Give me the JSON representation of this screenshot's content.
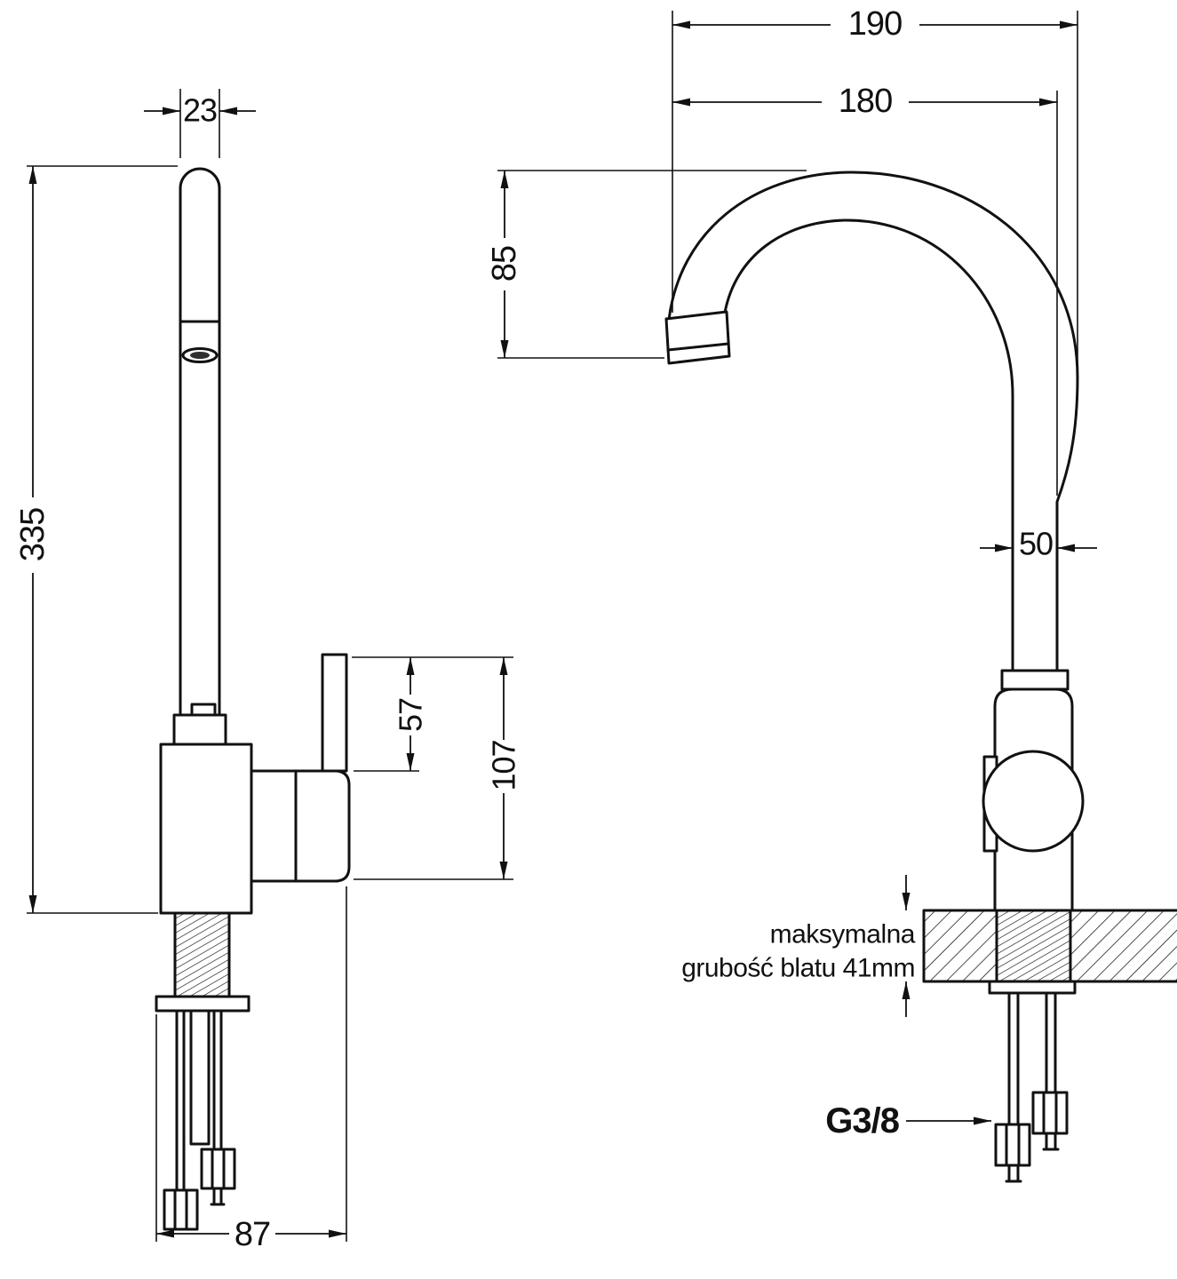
{
  "drawing": {
    "side_view": {
      "spout_width": "23",
      "total_height": "335",
      "lever_height": "57",
      "body_height": "107",
      "base_width": "87"
    },
    "front_view": {
      "overall_width": "190",
      "spout_reach": "180",
      "spout_height": "85",
      "column_width": "50",
      "note_line1": "maksymalna",
      "note_line2": "grubość blatu 41mm",
      "thread_size": "G3/8"
    },
    "colors": {
      "line": "#111111",
      "background": "#ffffff"
    }
  }
}
